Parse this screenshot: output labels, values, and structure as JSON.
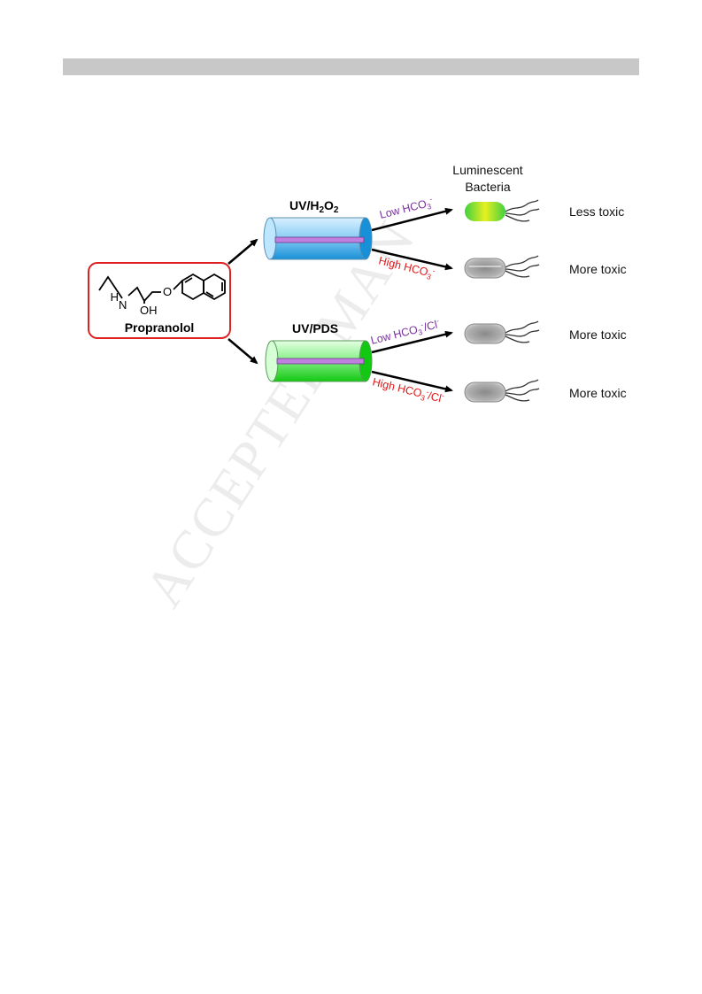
{
  "header_bar": {
    "color": "#c8c8c8"
  },
  "molecule": {
    "name": "Propranolol",
    "atom_n": "N",
    "atom_h": "H",
    "atom_oh": "OH",
    "atom_o": "O",
    "box_color": "#e02020"
  },
  "bacteria_header": {
    "line1": "Luminescent",
    "line2": "Bacteria"
  },
  "processes": [
    {
      "label_main": "UV/H",
      "label_sub": "2",
      "label_tail": "O",
      "label_sub2": "2",
      "color": "#3aa0e0",
      "branches": [
        {
          "condition": "Low HCO",
          "cond_sub": "3",
          "cond_sup": "-",
          "cond_tail": "",
          "cond_tail_sup": "",
          "color": "#7a2fa0",
          "result": "Less toxic",
          "bacterium": "luminescent"
        },
        {
          "condition": "High HCO",
          "cond_sub": "3",
          "cond_sup": "-",
          "cond_tail": "",
          "cond_tail_sup": "",
          "color": "#e01818",
          "result": "More toxic",
          "bacterium": "dark"
        }
      ]
    },
    {
      "label_main": "UV/PDS",
      "label_sub": "",
      "label_tail": "",
      "label_sub2": "",
      "color": "#30d030",
      "branches": [
        {
          "condition": "Low HCO",
          "cond_sub": "3",
          "cond_sup": "-",
          "cond_tail": "/Cl",
          "cond_tail_sup": "-",
          "color": "#7a2fa0",
          "result": "More toxic",
          "bacterium": "dark"
        },
        {
          "condition": "High HCO",
          "cond_sub": "3",
          "cond_sup": "-",
          "cond_tail": "/Cl",
          "cond_tail_sup": "-",
          "color": "#e01818",
          "result": "More toxic",
          "bacterium": "dark"
        }
      ]
    }
  ],
  "watermark": "ACCEPTED MAN"
}
